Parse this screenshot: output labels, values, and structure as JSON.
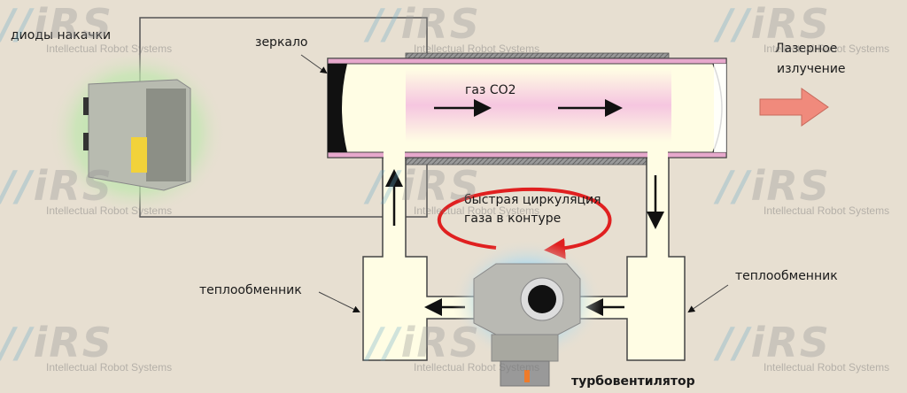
{
  "labels": {
    "pump_diodes": "диоды накачки",
    "mirror": "зеркало",
    "gas": "газ СО2",
    "laser_output_line1": "Лазерное",
    "laser_output_line2": "излучение",
    "circulation_line1": "быстрая циркуляция",
    "circulation_line2": "газа в контуре",
    "heat_exchanger_left": "теплообменник",
    "heat_exchanger_right": "теплообменник",
    "turbofan": "турбовентилятор"
  },
  "watermark": {
    "logo": "iRS",
    "text": "Intellectual Robot Systems"
  },
  "colors": {
    "background": "#e7dfd1",
    "tube": "#fffde4",
    "stripe": "#e7a8cc",
    "circulation": "#e02020",
    "output_arrow": "#f08a7c"
  }
}
